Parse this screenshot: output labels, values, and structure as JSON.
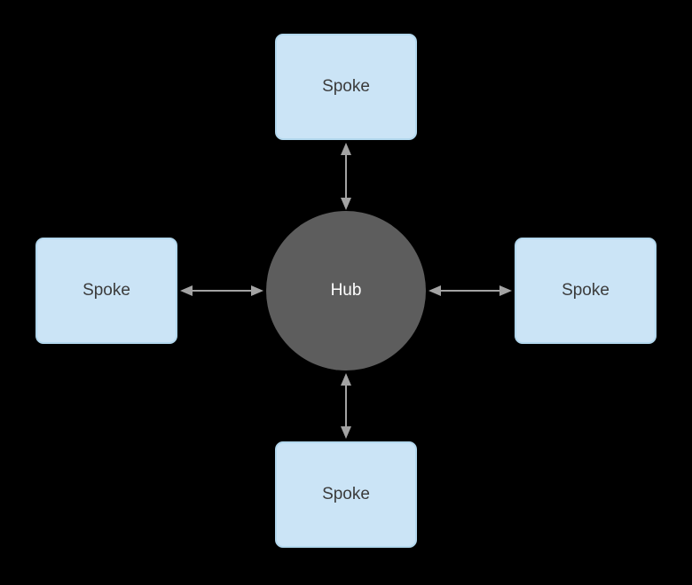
{
  "diagram": {
    "hub": {
      "label": "Hub"
    },
    "spokes": {
      "top": {
        "label": "Spoke"
      },
      "left": {
        "label": "Spoke"
      },
      "right": {
        "label": "Spoke"
      },
      "bottom": {
        "label": "Spoke"
      }
    },
    "colors": {
      "background": "#000000",
      "hub_fill": "#5d5d5d",
      "hub_text": "#ffffff",
      "spoke_fill": "#cbe4f6",
      "spoke_border": "#b3d8ee",
      "spoke_text": "#3b3b3b",
      "arrow": "#a3a3a3"
    }
  }
}
